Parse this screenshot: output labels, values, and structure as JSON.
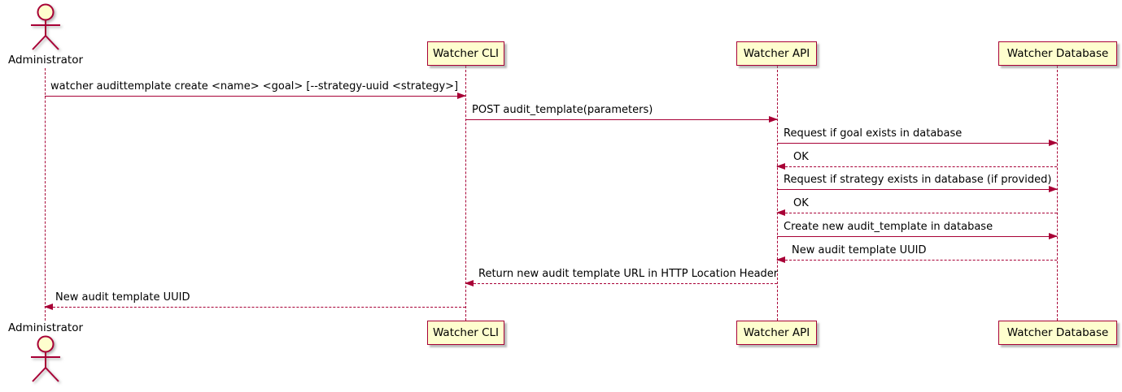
{
  "diagram": {
    "type": "uml-sequence-diagram",
    "colors": {
      "line": "#A80036",
      "participant_fill": "#FEFECE",
      "text": "#000000",
      "background": "#FFFFFF",
      "shadow": "#828282"
    },
    "participants": [
      {
        "id": "administrator",
        "kind": "actor",
        "name": "Administrator"
      },
      {
        "id": "watcher-cli",
        "kind": "participant",
        "name": "Watcher CLI"
      },
      {
        "id": "watcher-api",
        "kind": "participant",
        "name": "Watcher API"
      },
      {
        "id": "watcher-database",
        "kind": "participant",
        "name": "Watcher Database"
      }
    ],
    "messages": [
      {
        "from": "Administrator",
        "to": "Watcher CLI",
        "line": "solid",
        "label": "watcher audittemplate create <name> <goal> [--strategy-uuid <strategy>]"
      },
      {
        "from": "Watcher CLI",
        "to": "Watcher API",
        "line": "solid",
        "label": "POST audit_template(parameters)"
      },
      {
        "from": "Watcher API",
        "to": "Watcher Database",
        "line": "solid",
        "label": "Request if goal exists in database"
      },
      {
        "from": "Watcher Database",
        "to": "Watcher API",
        "line": "dashed",
        "label": "OK"
      },
      {
        "from": "Watcher API",
        "to": "Watcher Database",
        "line": "solid",
        "label": "Request if strategy exists in database (if provided)"
      },
      {
        "from": "Watcher Database",
        "to": "Watcher API",
        "line": "dashed",
        "label": "OK"
      },
      {
        "from": "Watcher API",
        "to": "Watcher Database",
        "line": "solid",
        "label": "Create new audit_template in database"
      },
      {
        "from": "Watcher Database",
        "to": "Watcher API",
        "line": "dashed",
        "label": "New audit template UUID"
      },
      {
        "from": "Watcher API",
        "to": "Watcher CLI",
        "line": "dashed",
        "label": "Return new audit template URL in HTTP Location Header"
      },
      {
        "from": "Watcher CLI",
        "to": "Administrator",
        "line": "dashed",
        "label": "New audit template UUID"
      }
    ]
  }
}
